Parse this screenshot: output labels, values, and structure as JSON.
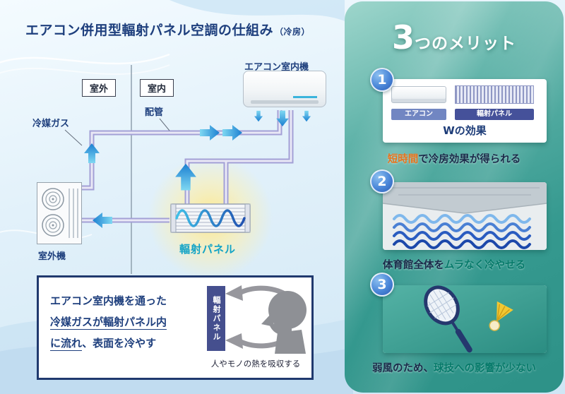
{
  "page": {
    "title_main": "エアコン併用型輻射パネル空調の仕組み",
    "title_sub": "（冷房）"
  },
  "diagram": {
    "outdoor_box": "室外",
    "indoor_box": "室内",
    "ac_indoor_unit": "エアコン室内機",
    "piping": "配管",
    "refrigerant_gas": "冷媒ガス",
    "outdoor_unit": "室外機",
    "radiant_panel": "輻射パネル"
  },
  "explanation": {
    "line1": "エアコン室内機を通った",
    "line2": "冷媒ガスが輻射パネル内",
    "line3_u": "に流れ",
    "line3_rest": "、表面を冷やす",
    "panel_label_vertical": "輻射パネル",
    "caption": "人やモノの熱を吸収する"
  },
  "merits": {
    "big_number": "3",
    "title_rest": "つのメリット",
    "item1": {
      "number": "1",
      "badge_ac": "エアコン",
      "badge_panel": "輻射パネル",
      "card_text": "Wの効果",
      "hl": "短時間",
      "rest": "で冷房効果が得られる"
    },
    "item2": {
      "number": "2",
      "pre": "体育館全体を",
      "hl": "ムラなく冷やせる"
    },
    "item3": {
      "number": "3",
      "pre": "弱風のため、",
      "hl": "球技への影響が少ない"
    }
  },
  "colors": {
    "navy_text": "#1e3f7d",
    "radiant_label_teal": "#12a3c6",
    "accent_orange": "#e8731c",
    "accent_teal": "#067a6a",
    "panel_teal": "#35998f",
    "pipe_lavender": "#a3a0d6",
    "arrow_blue": "#1b7fd1",
    "glow_yellow": "#ffe784"
  }
}
